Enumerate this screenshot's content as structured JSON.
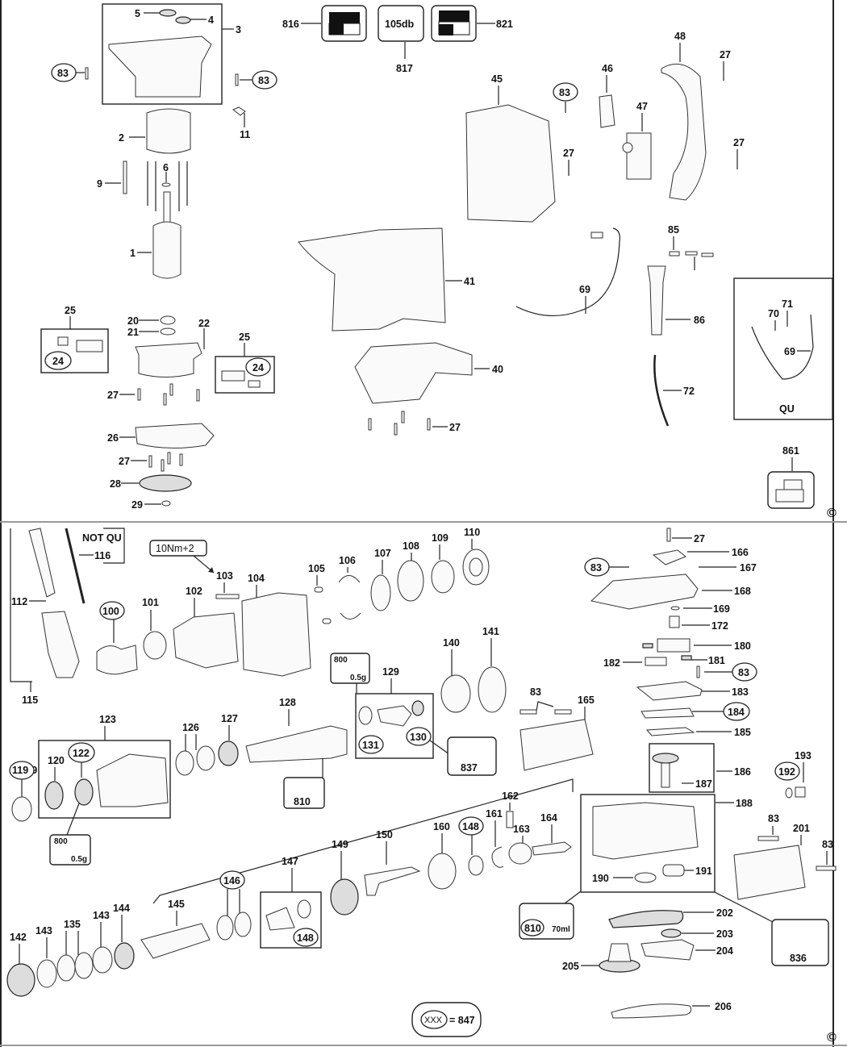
{
  "diagram": {
    "title": "Exploded parts diagram - rotary hammer",
    "copyright_symbol": "©",
    "top_section": {
      "labels": {
        "p1": "1",
        "p2": "2",
        "p3": "3",
        "p4": "4",
        "p5": "5",
        "p6": "6",
        "p9": "9",
        "p11": "11",
        "p20": "20",
        "p21": "21",
        "p22": "22",
        "p24a": "24",
        "p24b": "24",
        "p25a": "25",
        "p25b": "25",
        "p26": "26",
        "p27a": "27",
        "p27b": "27",
        "p27c": "27",
        "p27d": "27",
        "p27e": "27",
        "p27f": "27",
        "p28": "28",
        "p29": "29",
        "p40": "40",
        "p41": "41",
        "p45": "45",
        "p46": "46",
        "p47": "47",
        "p48": "48",
        "p69a": "69",
        "p69b": "69",
        "p70": "70",
        "p71": "71",
        "p72": "72",
        "p83a": "83",
        "p83b": "83",
        "p83c": "83",
        "p85": "85",
        "p86": "86",
        "p816": "816",
        "p817": "817",
        "p821": "821",
        "p861": "861"
      },
      "noise_label": "105db",
      "qu_box_label": "QU"
    },
    "bottom_section": {
      "labels": {
        "p100": "100",
        "p101": "101",
        "p102": "102",
        "p103": "103",
        "p104": "104",
        "p105": "105",
        "p106": "106",
        "p107": "107",
        "p108": "108",
        "p109": "109",
        "p110": "110",
        "p112": "112",
        "p115": "115",
        "p116": "116",
        "p119": "119",
        "p120": "120",
        "p122": "122",
        "p123": "123",
        "p126": "126",
        "p127": "127",
        "p128": "128",
        "p129": "129",
        "p130": "130",
        "p131": "131",
        "p135": "135",
        "p140": "140",
        "p141": "141",
        "p142": "142",
        "p143a": "143",
        "p143b": "143",
        "p144": "144",
        "p145": "145",
        "p146": "146",
        "p147": "147",
        "p148a": "148",
        "p148b": "148",
        "p149": "149",
        "p150": "150",
        "p160": "160",
        "p161": "161",
        "p162": "162",
        "p163": "163",
        "p164": "164",
        "p165": "165",
        "p166": "166",
        "p167": "167",
        "p168": "168",
        "p169": "169",
        "p172": "172",
        "p180": "180",
        "p181": "181",
        "p182": "182",
        "p183": "183",
        "p184": "184",
        "p185": "185",
        "p186": "186",
        "p187": "187",
        "p188": "188",
        "p190": "190",
        "p191": "191",
        "p192": "192",
        "p193": "193",
        "p201": "201",
        "p202": "202",
        "p203": "203",
        "p204": "204",
        "p205": "205",
        "p206": "206",
        "p27": "27",
        "p83a": "83",
        "p83b": "83",
        "p83c": "83",
        "p83d": "83",
        "p83e": "83",
        "p810a": "810",
        "p810b": "810",
        "p836": "836",
        "p837": "837"
      },
      "not_qu_label": "NOT QU",
      "torque_label": "10Nm+2",
      "grease_800_code": "800",
      "grease_800_qty": "0.5g",
      "grease_810_qty": "70ml",
      "legend_xxx": "XXX",
      "legend_eq": "= 847"
    }
  }
}
